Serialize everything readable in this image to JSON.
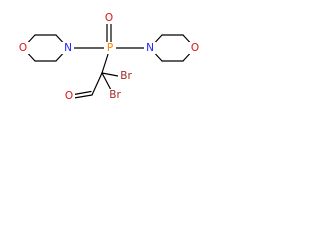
{
  "molecule": {
    "atoms": {
      "o_morph_left": "O",
      "n_left": "N",
      "p_center": "P",
      "o_phosphoryl": "O",
      "n_right": "N",
      "o_morph_right": "O",
      "br_upper": "Br",
      "br_lower": "Br",
      "o_aldehyde": "O"
    },
    "colors": {
      "bond": "#000000",
      "oxygen": "#e01010",
      "nitrogen": "#2020ff",
      "phosphorus": "#ff8000",
      "bromine": "#a52a2a"
    }
  }
}
